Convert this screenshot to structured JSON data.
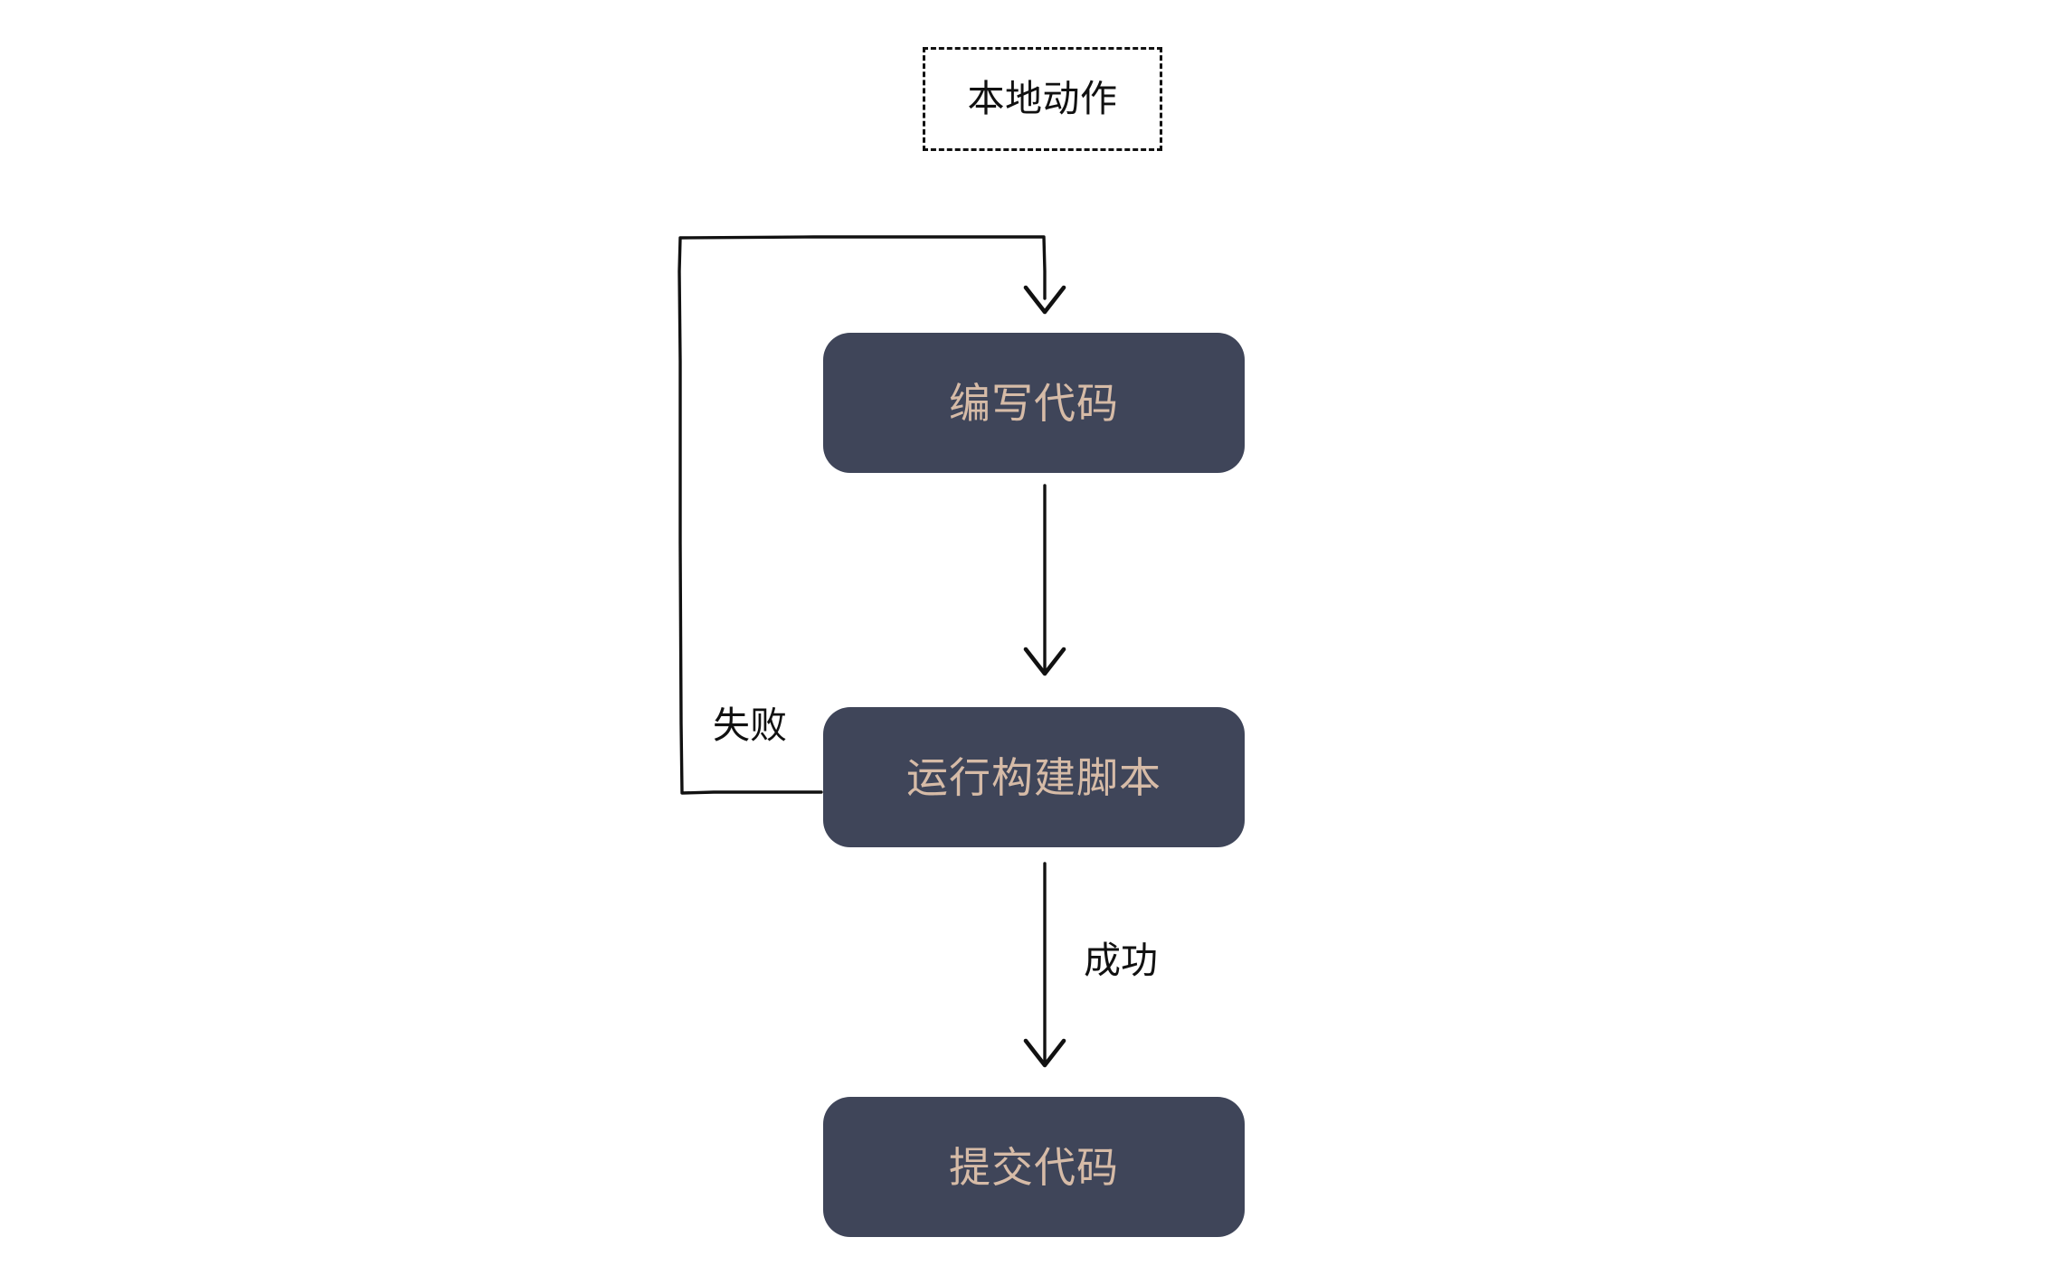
{
  "diagram": {
    "title": "本地动作",
    "type": "flowchart",
    "orientation": "top-to-bottom",
    "colors": {
      "node_fill": "#3f4559",
      "node_text": "#d6bba7",
      "edge_stroke": "#111111",
      "background": "#ffffff",
      "group_border": "#111111"
    },
    "nodes": [
      {
        "id": "write",
        "label": "编写代码"
      },
      {
        "id": "build",
        "label": "运行构建脚本"
      },
      {
        "id": "commit",
        "label": "提交代码"
      }
    ],
    "edges": [
      {
        "from": "entry",
        "to": "write",
        "label": ""
      },
      {
        "from": "write",
        "to": "build",
        "label": ""
      },
      {
        "from": "build",
        "to": "commit",
        "label": "成功"
      },
      {
        "from": "build",
        "to": "write",
        "label": "失败"
      }
    ],
    "edge_labels": {
      "fail": "失败",
      "success": "成功"
    }
  }
}
